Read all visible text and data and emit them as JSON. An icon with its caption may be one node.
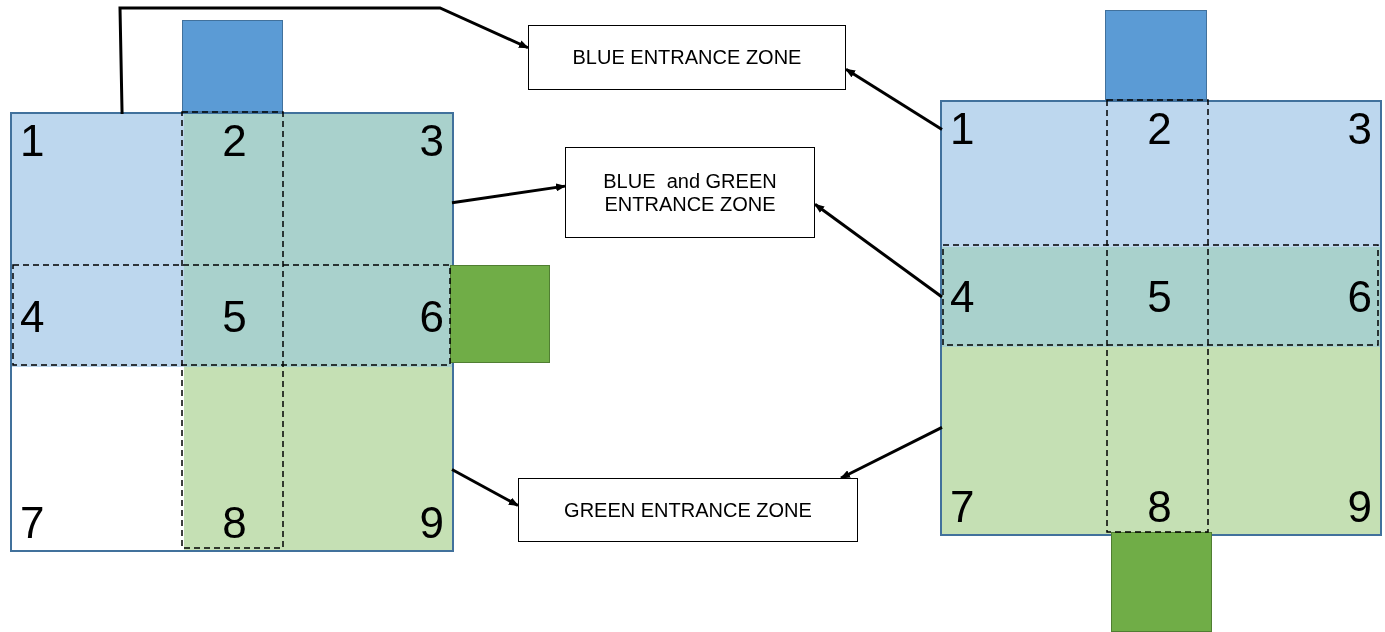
{
  "diagram": {
    "nodes": [
      {
        "text": [],
        "shape": "box"
      },
      {
        "text": [
          "1"
        ],
        "in": 0
      },
      {
        "text": [
          "2"
        ],
        "in": 0
      },
      {
        "text": [
          "3"
        ],
        "in": 0
      },
      {
        "text": [
          "4"
        ],
        "in": 0
      },
      {
        "text": [
          "5"
        ],
        "in": 0
      },
      {
        "text": [
          "6"
        ],
        "in": 0
      },
      {
        "text": [
          "7"
        ],
        "in": 0
      },
      {
        "text": [
          "8"
        ],
        "in": 0
      },
      {
        "text": [
          "9"
        ],
        "in": 0
      },
      {
        "text": [
          "BLUE ENTRANCE ZONE"
        ]
      },
      {
        "text": [
          "BLUE  and GREEN ENTRANCE ZONE"
        ]
      },
      {
        "text": [
          "GREEN ENTRANCE ZONE"
        ]
      },
      {
        "text": [],
        "shape": "box"
      },
      {
        "text": [
          "1"
        ],
        "in": 13
      },
      {
        "text": [
          "2"
        ],
        "in": 13
      },
      {
        "text": [
          "3"
        ],
        "in": 13
      },
      {
        "text": [
          "4"
        ],
        "in": 13
      },
      {
        "text": [
          "5"
        ],
        "in": 13
      },
      {
        "text": [
          "6"
        ],
        "in": 13
      },
      {
        "text": [
          "7"
        ],
        "in": 13
      },
      {
        "text": [
          "8"
        ],
        "in": 13
      },
      {
        "text": [
          "9"
        ],
        "in": 13
      },
      {
        "text": [],
        "shape": "box"
      },
      {
        "text": [],
        "shape": "box"
      },
      {
        "text": [],
        "shape": "box"
      },
      {
        "text": [],
        "shape": "box"
      }
    ],
    "edges": [
      {
        "from": 1,
        "to": 10,
        "arrow": "to"
      },
      {
        "from": 3,
        "to": 11,
        "arrow": "to"
      },
      {
        "from": 9,
        "to": 12,
        "arrow": "to"
      },
      {
        "from": 14,
        "to": 10,
        "arrow": "to"
      },
      {
        "from": 17,
        "to": 11,
        "arrow": "to"
      },
      {
        "from": 20,
        "to": 12,
        "arrow": "to"
      }
    ]
  }
}
